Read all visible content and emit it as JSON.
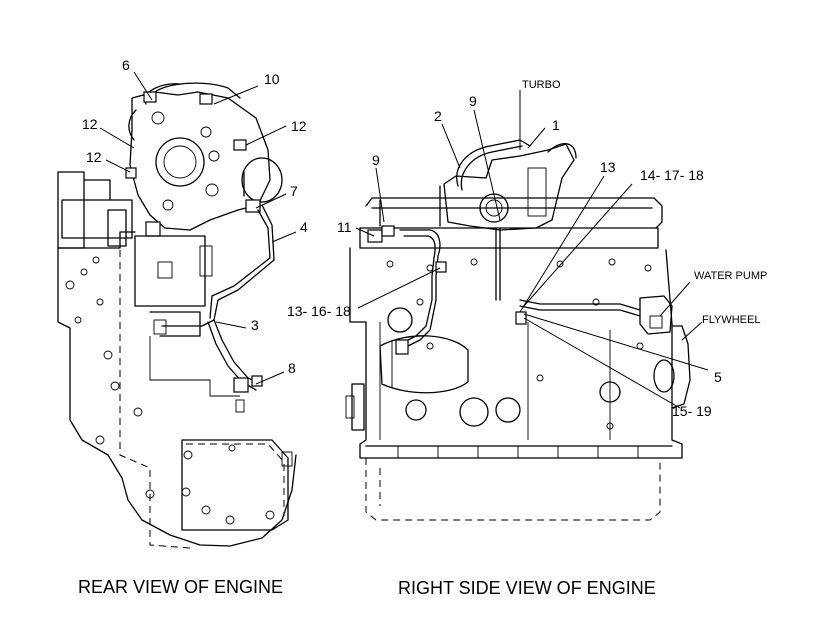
{
  "views": {
    "rear": {
      "caption": "REAR VIEW OF ENGINE",
      "callouts": [
        "6",
        "10",
        "12",
        "12",
        "12",
        "7",
        "4",
        "3",
        "8"
      ]
    },
    "right": {
      "caption": "RIGHT SIDE VIEW OF ENGINE",
      "callouts": [
        "9",
        "2",
        "1",
        "9",
        "11",
        "13",
        "14- 17- 18",
        "13- 16- 18",
        "5",
        "15- 19"
      ],
      "component_labels": [
        "TURBO",
        "WATER PUMP",
        "FLYWHEEL"
      ]
    }
  }
}
